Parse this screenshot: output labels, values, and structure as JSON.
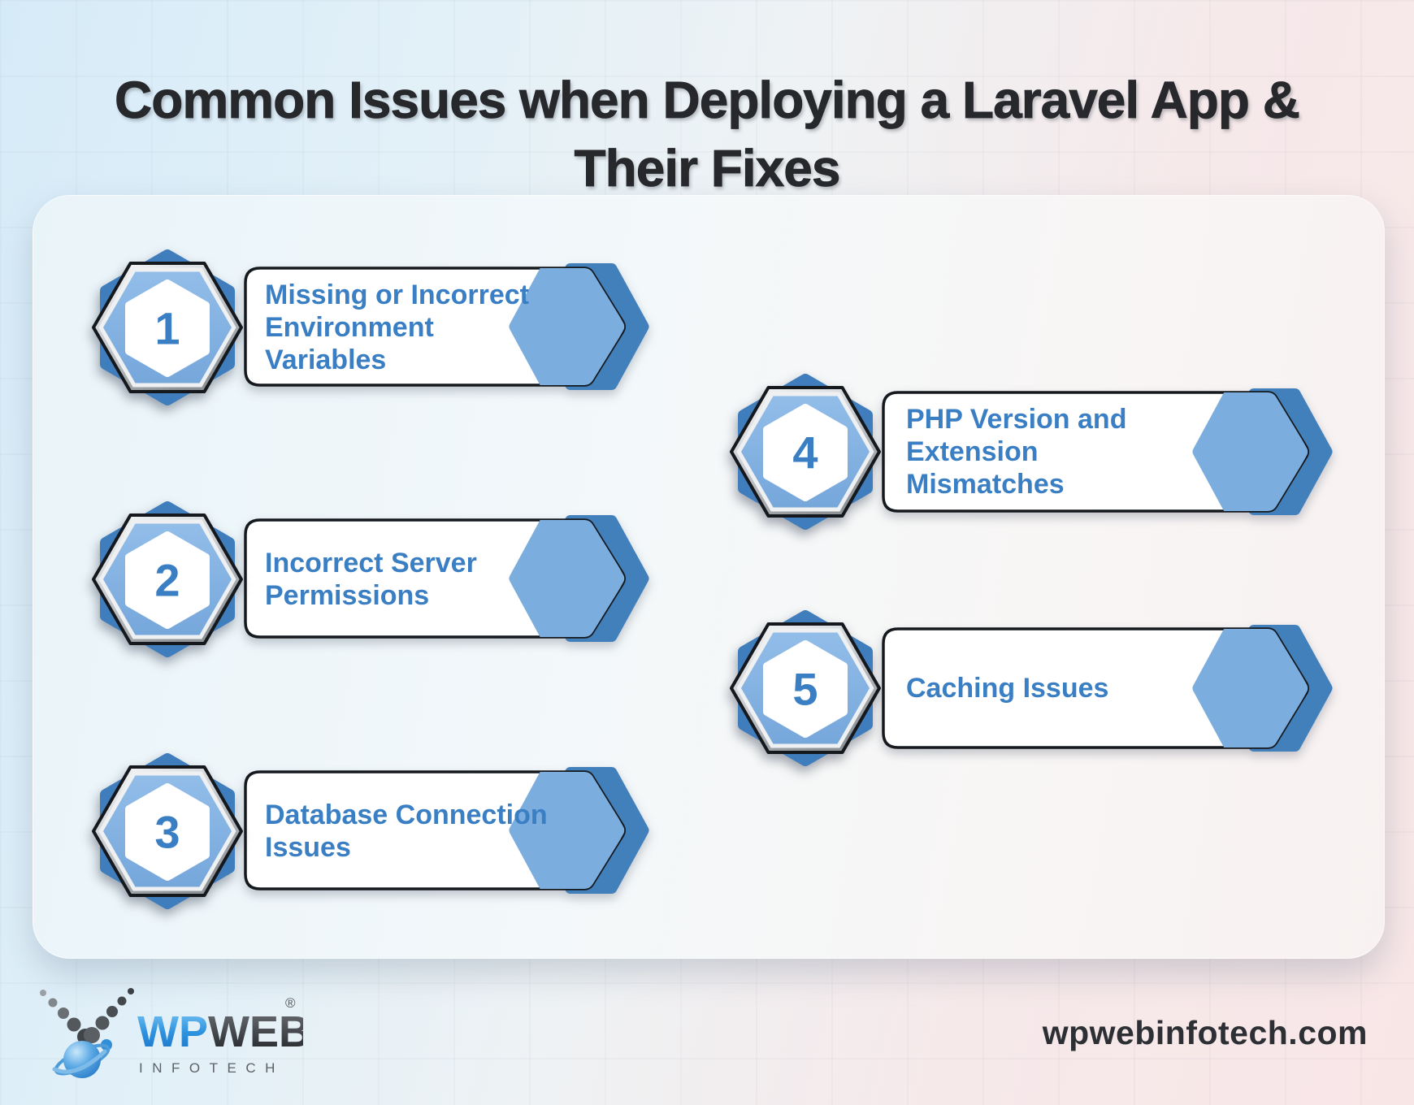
{
  "title": {
    "line1": "Common Issues when Deploying a Laravel App &",
    "line2": "Their Fixes"
  },
  "items": [
    {
      "number": "1",
      "label": "Missing or Incorrect\nEnvironment\nVariables"
    },
    {
      "number": "2",
      "label": "Incorrect Server\nPermissions"
    },
    {
      "number": "3",
      "label": "Database Connection\nIssues"
    },
    {
      "number": "4",
      "label": "PHP Version and\nExtension\nMismatches"
    },
    {
      "number": "5",
      "label": "Caching Issues"
    }
  ],
  "footer": {
    "brand_wp": "WP",
    "brand_web": "WEB",
    "registered": "®",
    "brand_subtitle": "INFOTECH",
    "website": "wpwebinfotech.com"
  },
  "colors": {
    "accent_text_blue": "#3a7ec3",
    "hexagon_light_blue": "#7badde",
    "hexagon_dark_blue": "#4180bb",
    "badge_fill_blue": "#85b2e2",
    "title_color": "#26282c",
    "outline_color": "#15191d",
    "background_blue": "#d6ebf8",
    "background_pink": "#f8e6e7"
  }
}
